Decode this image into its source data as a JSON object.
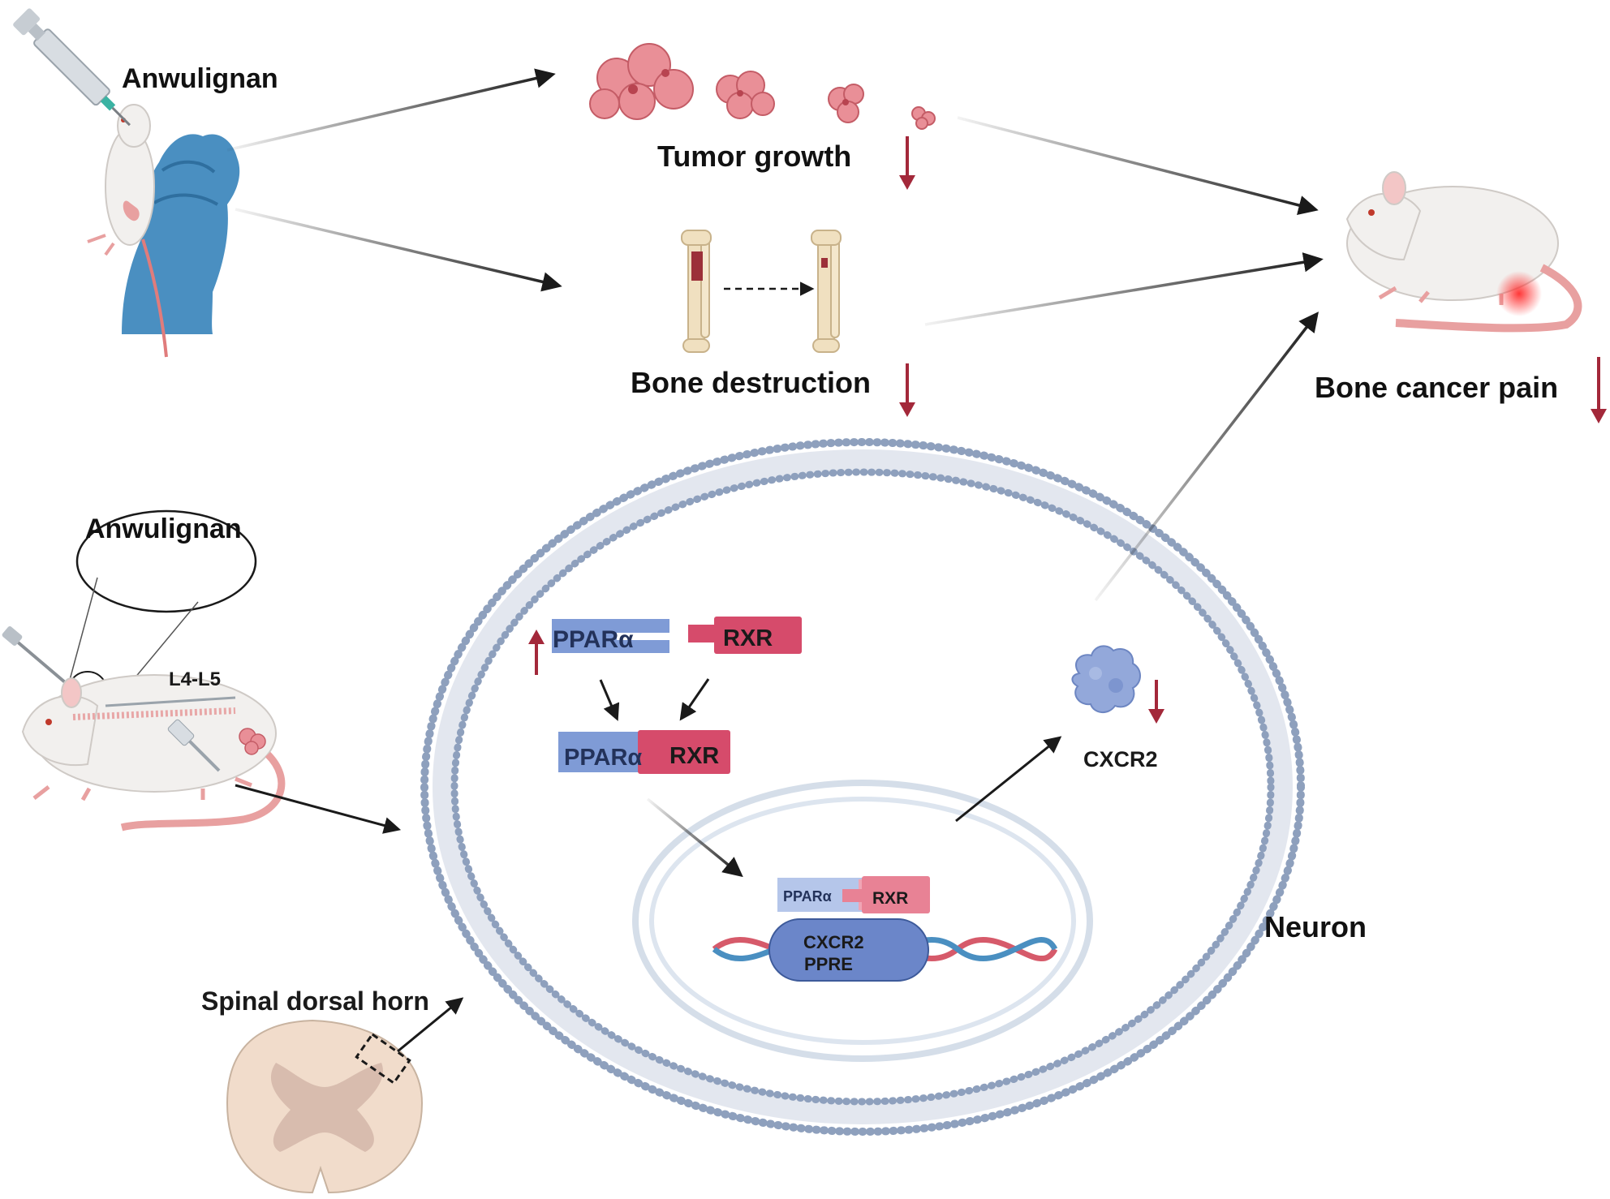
{
  "labels": {
    "anwulignan_top": "Anwulignan",
    "tumor_growth": "Tumor growth",
    "bone_destruction": "Bone destruction",
    "bone_cancer_pain": "Bone cancer pain",
    "anwulignan_bottom": "Anwulignan",
    "l4_l5": "L4-L5",
    "spinal_dorsal_horn": "Spinal dorsal horn",
    "neuron": "Neuron",
    "cxcr2": "CXCR2"
  },
  "molecules": {
    "ppara": "PPARα",
    "rxr": "RXR",
    "complex_ppara": "PPARα",
    "complex_rxr": "RXR",
    "dna_ppara": "PPARα",
    "dna_rxr": "RXR",
    "dna_gene": "CXCR2",
    "dna_element": "PPRE"
  },
  "indicators": {
    "tumor_growth": "down",
    "bone_destruction": "down",
    "bone_cancer_pain": "down",
    "ppara": "up",
    "cxcr2": "down"
  },
  "colors": {
    "ppara_blue": "#7f9bd6",
    "rxr_red": "#d64b6b",
    "indicator_red": "#a3283a",
    "arrow": "#1a1a1a",
    "membrane": "#8ea0bd",
    "tumor_pink": "#e98f97",
    "bone": "#f0e0c0",
    "glove_blue": "#4a8fc1",
    "spinal_cord": "#f1dccb",
    "receptor_blue": "#93a8da"
  },
  "icons": [
    "syringe-icon",
    "rat-icon",
    "glove-icon",
    "tumor-icon",
    "bone-icon",
    "spinal-cord-icon",
    "receptor-icon",
    "dna-icon"
  ]
}
